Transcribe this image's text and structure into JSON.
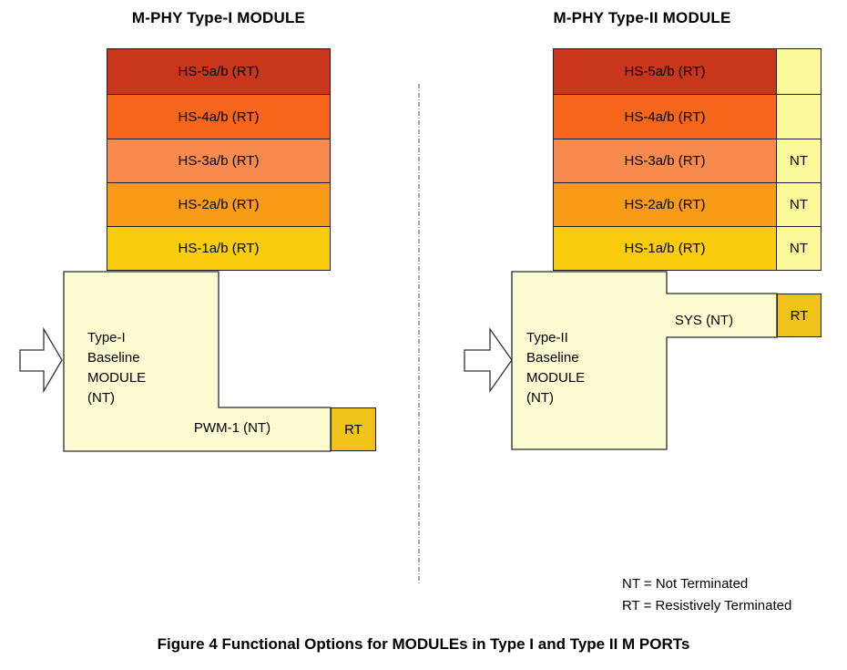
{
  "colors": {
    "hs5": "#C8371B",
    "hs4": "#F6661A",
    "hs3": "#F78B4D",
    "hs2": "#F89C18",
    "hs1": "#F9CC0D",
    "rt_box": "#EFC319",
    "module_fill": "#FCFCD2",
    "nt_cell_fill": "#FAFA9B",
    "arrow_fill": "#FFFFFF",
    "divider": "#808080"
  },
  "left": {
    "title": "M-PHY Type-I MODULE",
    "bars": [
      {
        "label": "HS-5a/b (RT)",
        "color": "#C8371B"
      },
      {
        "label": "HS-4a/b (RT)",
        "color": "#F6661A"
      },
      {
        "label": "HS-3a/b (RT)",
        "color": "#F78B4D"
      },
      {
        "label": "HS-2a/b (RT)",
        "color": "#F89C18"
      },
      {
        "label": "HS-1a/b (RT)",
        "color": "#F9CC0D"
      }
    ],
    "baseline": {
      "lines": [
        "Type-I",
        "Baseline",
        "MODULE",
        "(NT)"
      ]
    },
    "pwm_label": "PWM-1 (NT)",
    "rt_label": "RT"
  },
  "right": {
    "title": "M-PHY Type-II MODULE",
    "bars": [
      {
        "label": "HS-5a/b (RT)",
        "color": "#C8371B"
      },
      {
        "label": "HS-4a/b (RT)",
        "color": "#F6661A"
      },
      {
        "label": "HS-3a/b (RT)",
        "color": "#F78B4D"
      },
      {
        "label": "HS-2a/b (RT)",
        "color": "#F89C18"
      },
      {
        "label": "HS-1a/b (RT)",
        "color": "#F9CC0D"
      }
    ],
    "nt_cells": [
      "",
      "",
      "NT",
      "NT",
      "NT"
    ],
    "baseline": {
      "lines": [
        "Type-II",
        "Baseline",
        "MODULE",
        "(NT)"
      ]
    },
    "sys_label": "SYS (NT)",
    "rt_label": "RT"
  },
  "legend": {
    "nt": "NT = Not Terminated",
    "rt": "RT = Resistively Terminated"
  },
  "caption": "Figure 4 Functional Options for MODULEs in Type I and Type II M PORTs"
}
